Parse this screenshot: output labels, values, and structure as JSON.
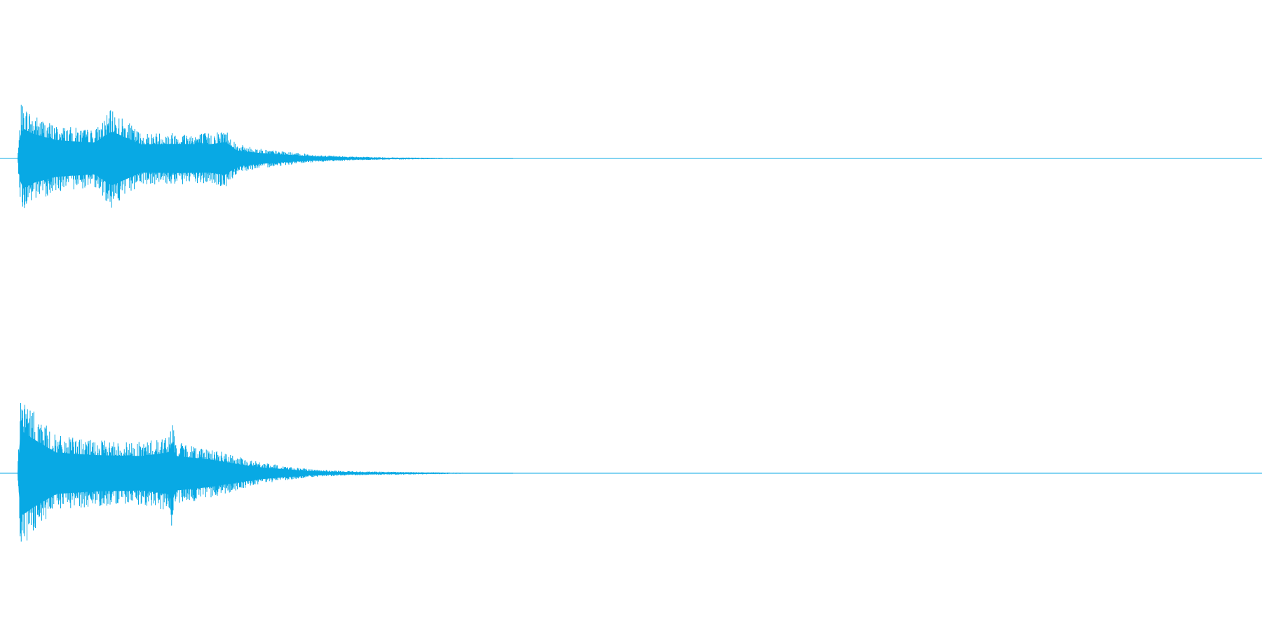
{
  "waveform": {
    "color": "#08a9e4",
    "background": "#ffffff",
    "channels": [
      {
        "name": "channel-1",
        "envelope": [
          [
            0.0,
            0.0
          ],
          [
            0.005,
            0.98
          ],
          [
            0.02,
            0.78
          ],
          [
            0.05,
            0.58
          ],
          [
            0.1,
            0.5
          ],
          [
            0.122,
            0.86
          ],
          [
            0.16,
            0.45
          ],
          [
            0.21,
            0.46
          ],
          [
            0.25,
            0.45
          ],
          [
            0.27,
            0.52
          ],
          [
            0.285,
            0.25
          ],
          [
            0.31,
            0.18
          ],
          [
            0.34,
            0.13
          ],
          [
            0.36,
            0.1
          ],
          [
            0.39,
            0.06
          ],
          [
            0.43,
            0.035
          ],
          [
            0.48,
            0.02
          ],
          [
            0.54,
            0.012
          ],
          [
            0.595,
            0.006
          ],
          [
            0.62,
            0.002
          ],
          [
            0.65,
            0.0
          ],
          [
            1.0,
            0.0
          ]
        ]
      },
      {
        "name": "channel-2",
        "envelope": [
          [
            0.0,
            0.0
          ],
          [
            0.004,
            1.0
          ],
          [
            0.02,
            0.8
          ],
          [
            0.05,
            0.48
          ],
          [
            0.1,
            0.42
          ],
          [
            0.16,
            0.4
          ],
          [
            0.196,
            0.48
          ],
          [
            0.2,
            0.72
          ],
          [
            0.205,
            0.4
          ],
          [
            0.25,
            0.32
          ],
          [
            0.29,
            0.2
          ],
          [
            0.32,
            0.13
          ],
          [
            0.35,
            0.09
          ],
          [
            0.38,
            0.05
          ],
          [
            0.42,
            0.03
          ],
          [
            0.48,
            0.02
          ],
          [
            0.54,
            0.012
          ],
          [
            0.58,
            0.006
          ],
          [
            0.62,
            0.002
          ],
          [
            0.65,
            0.0
          ],
          [
            1.0,
            0.0
          ]
        ]
      }
    ]
  }
}
